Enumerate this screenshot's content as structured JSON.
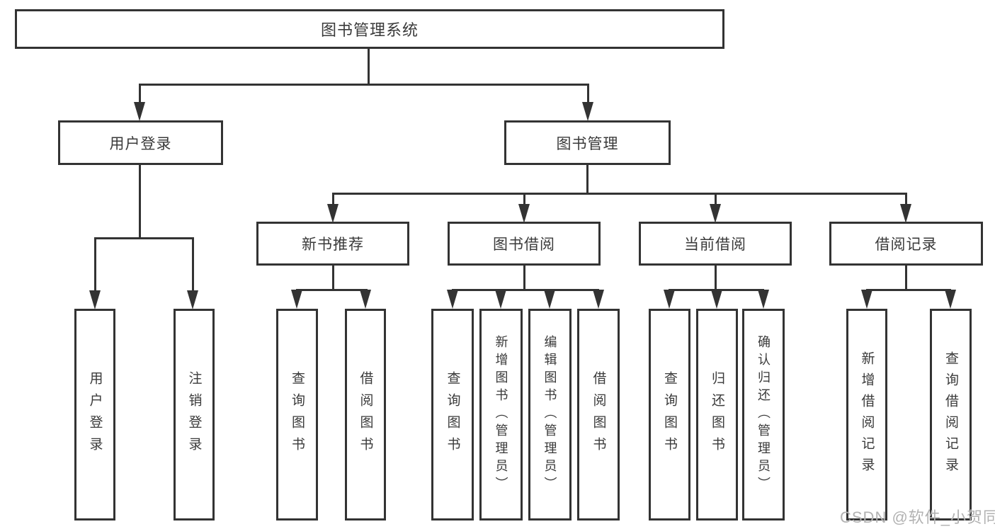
{
  "diagram": {
    "root": {
      "label": "图书管理系统"
    },
    "level2": [
      {
        "label": "用户登录"
      },
      {
        "label": "图书管理"
      }
    ],
    "level3": [
      {
        "label": "新书推荐"
      },
      {
        "label": "图书借阅"
      },
      {
        "label": "当前借阅"
      },
      {
        "label": "借阅记录"
      }
    ],
    "leaves": {
      "userLogin": [
        {
          "label": "用户登录"
        },
        {
          "label": "注销登录"
        }
      ],
      "newBook": [
        {
          "label": "查询图书"
        },
        {
          "label": "借阅图书"
        }
      ],
      "bookBorrow": [
        {
          "label": "查询图书"
        },
        {
          "label": "新增图书（管理员）"
        },
        {
          "label": "编辑图书（管理员）"
        },
        {
          "label": "借阅图书"
        }
      ],
      "currentBorrow": [
        {
          "label": "查询图书"
        },
        {
          "label": "归还图书"
        },
        {
          "label": "确认归还（管理员）"
        }
      ],
      "borrowRecord": [
        {
          "label": "新增借阅记录"
        },
        {
          "label": "查询借阅记录"
        }
      ]
    }
  },
  "watermark": {
    "text": "CSDN @软件_小贺同学"
  },
  "colors": {
    "line-color": "#333333",
    "text-color": "#3a3a3a",
    "bg-color": "#ffffff",
    "watermark-color": "#b2b2b2"
  }
}
